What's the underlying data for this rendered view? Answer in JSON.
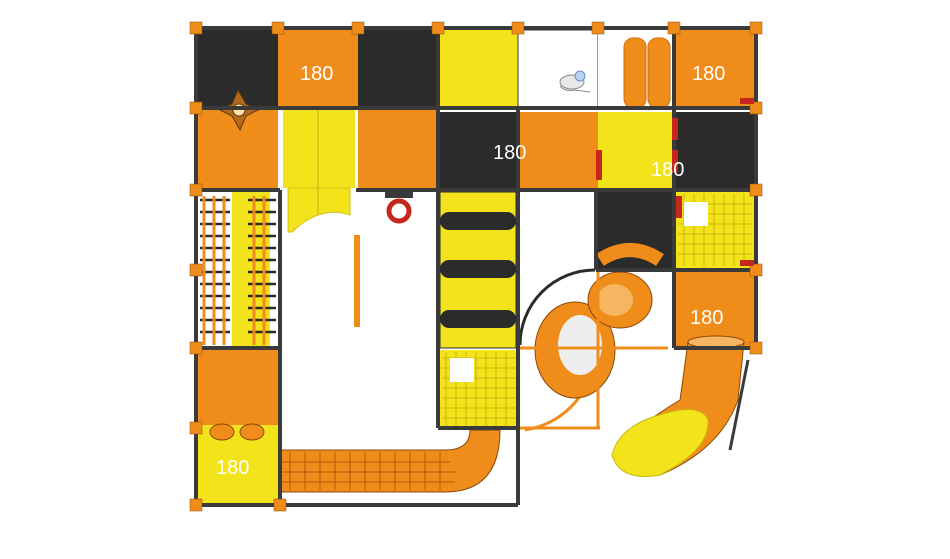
{
  "scene": {
    "platform_labels": [
      "180",
      "180",
      "180",
      "180",
      "180"
    ],
    "colors": {
      "orange": "#f08c1a",
      "orange_dark": "#d26f0c",
      "yellow": "#f3e31b",
      "yellow_light": "#f8ef6a",
      "black_panel": "#2b2b2b",
      "frame": "#3a3a3a",
      "red_accent": "#c7261c",
      "background": "#ffffff"
    },
    "icons": [
      "climbing-net-icon",
      "spinner-toy-icon",
      "animal-figure-icon",
      "ring-handle-icon",
      "spiral-slide-icon",
      "tube-slide-icon",
      "crawl-tunnel-icon",
      "roller-slide-icon"
    ]
  }
}
